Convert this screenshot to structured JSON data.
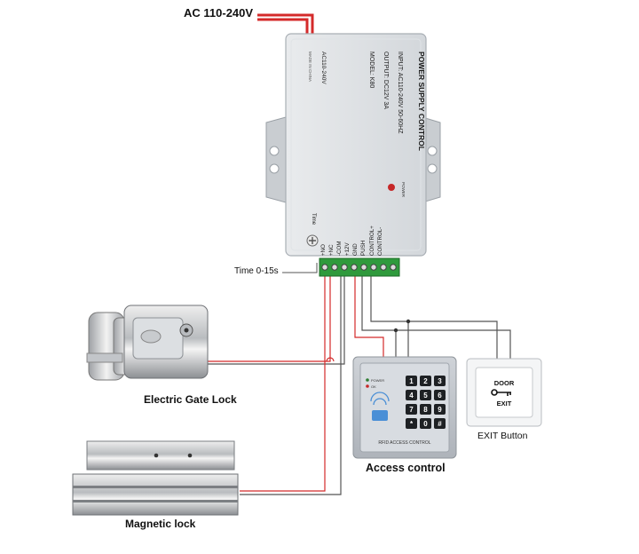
{
  "power_label": "AC 110-240V",
  "psu": {
    "title": "POWER SUPPLY CONTROL",
    "input": "INPUT: AC110-240V 50-60HZ",
    "output": "OUTPUT: DC12V 3A",
    "model": "MODEL: K80",
    "side_voltage": "AC110-240V",
    "made_in": "MADE IN CHINA",
    "power_led_label": "POWER",
    "time_label": "Time",
    "terminals": [
      "NO",
      "NC",
      "COM",
      "12V",
      "GND",
      "PUSH",
      "CONTROL+",
      "CONTROL-"
    ],
    "terminal_display": [
      "+NO",
      "+NC",
      "-COM",
      "+12V",
      "GND",
      "PUSH",
      "CONTROL+",
      "CONTROL-"
    ]
  },
  "timer_label": "Time 0-15s",
  "electric_gate_lock_label": "Electric Gate Lock",
  "magnetic_lock_label": "Magnetic lock",
  "access_control": {
    "label": "Access control",
    "panel_text": "RFID ACCESS CONTROL",
    "indicators": [
      "POWER",
      "OK"
    ],
    "keys": [
      "1",
      "2",
      "3",
      "4",
      "5",
      "6",
      "7",
      "8",
      "9",
      "*",
      "0",
      "#"
    ]
  },
  "exit_button": {
    "label": "EXIT Button",
    "text_top": "DOOR",
    "text_bottom": "EXIT"
  },
  "colors": {
    "wire_red": "#d42a2a",
    "wire_gray": "#555555",
    "terminal_green": "#2f9a3c"
  }
}
